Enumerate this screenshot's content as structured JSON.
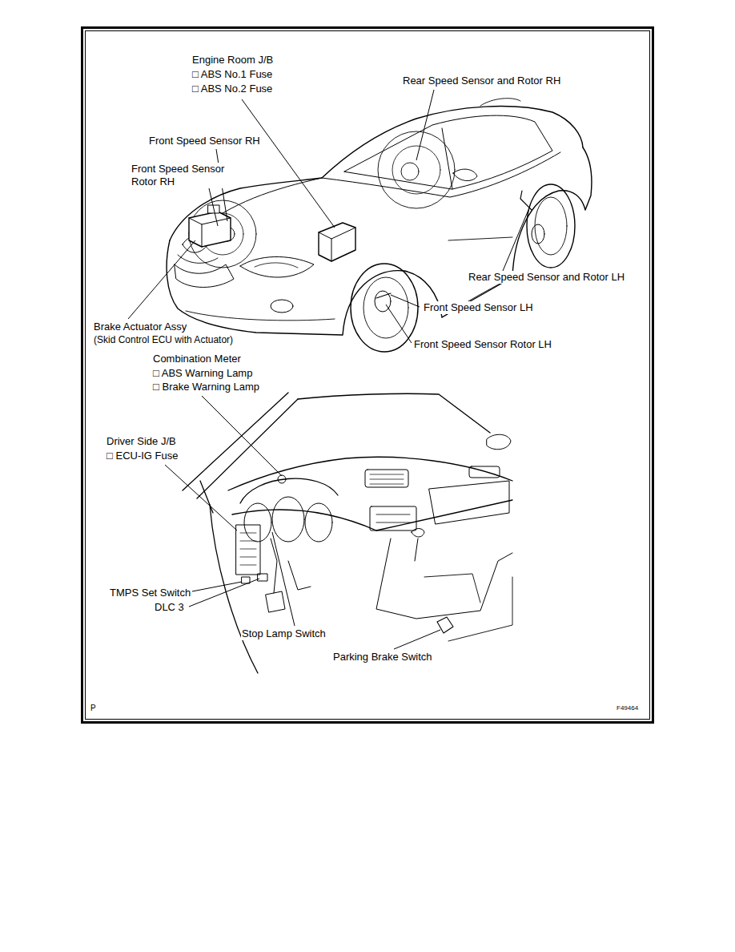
{
  "diagram": {
    "labels": [
      "Engine Room J/B",
      "□ ABS No.1 Fuse",
      "□ ABS No.2 Fuse",
      "Rear Speed Sensor and Rotor RH",
      "Front Speed Sensor RH",
      "Front Speed Sensor Rotor RH",
      "Rear Speed Sensor and Rotor LH",
      "Front Speed Sensor LH",
      "Brake Actuator Assy",
      "(Skid Control ECU with Actuator)",
      "Front Speed Sensor Rotor LH",
      "Combination Meter",
      "□ ABS Warning Lamp",
      "□ Brake Warning Lamp",
      "Driver Side J/B",
      "□ ECU-IG Fuse",
      "TMPS Set Switch",
      "DLC 3",
      "Stop Lamp Switch",
      "Parking Brake Switch",
      "P",
      "F49464"
    ]
  }
}
